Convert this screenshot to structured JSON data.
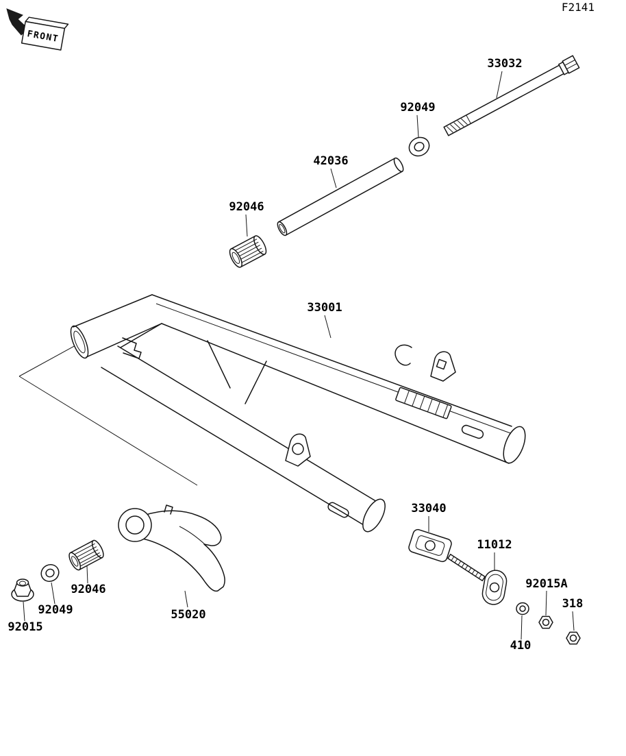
{
  "page": {
    "figure_code": "F2141",
    "front_label": "FRONT",
    "ink_color": "#151515",
    "background_color": "#ffffff"
  },
  "parts": {
    "p33032": {
      "number": "33032"
    },
    "p92049_top": {
      "number": "92049"
    },
    "p42036": {
      "number": "42036"
    },
    "p92046_top": {
      "number": "92046"
    },
    "p33001": {
      "number": "33001"
    },
    "p33040": {
      "number": "33040"
    },
    "p11012": {
      "number": "11012"
    },
    "p92015a": {
      "number": "92015A"
    },
    "p318": {
      "number": "318"
    },
    "p410": {
      "number": "410"
    },
    "p92015": {
      "number": "92015"
    },
    "p92049_bottom": {
      "number": "92049"
    },
    "p92046_bottom": {
      "number": "92046"
    },
    "p55020": {
      "number": "55020"
    }
  }
}
